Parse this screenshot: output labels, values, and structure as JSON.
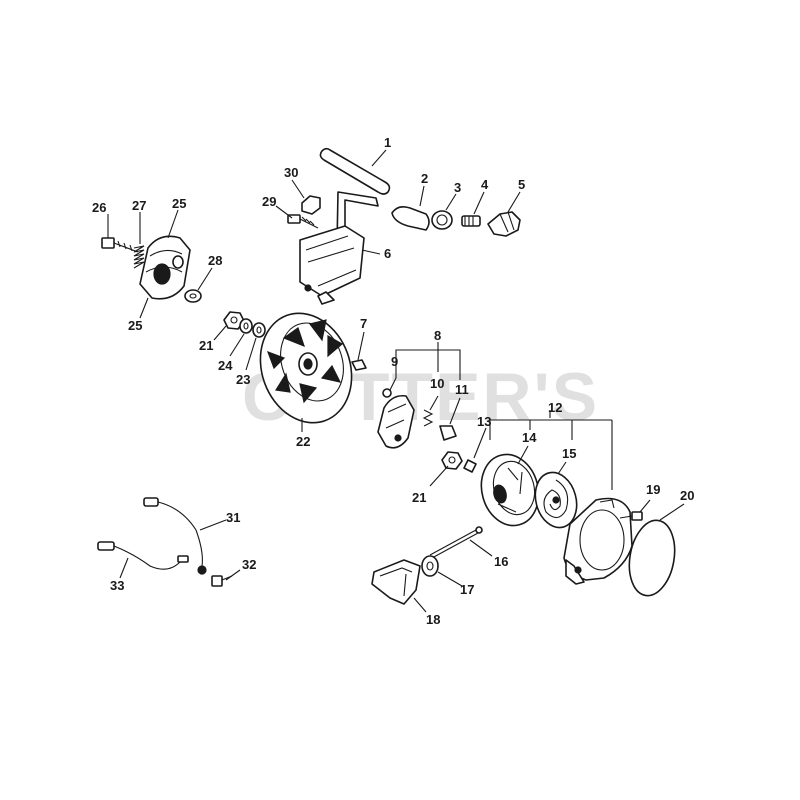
{
  "watermark": "COTTER'S",
  "callouts": {
    "c1": "1",
    "c2": "2",
    "c3": "3",
    "c4": "4",
    "c5": "5",
    "c6": "6",
    "c7": "7",
    "c8": "8",
    "c9": "9",
    "c10": "10",
    "c11": "11",
    "c12": "12",
    "c13": "13",
    "c14": "14",
    "c15": "15",
    "c16": "16",
    "c17": "17",
    "c18": "18",
    "c19": "19",
    "c20": "20",
    "c21a": "21",
    "c21b": "21",
    "c22": "22",
    "c23": "23",
    "c24": "24",
    "c25a": "25",
    "c25b": "25",
    "c26": "26",
    "c27": "27",
    "c28": "28",
    "c29": "29",
    "c30": "30",
    "c31": "31",
    "c32": "32",
    "c33": "33"
  }
}
